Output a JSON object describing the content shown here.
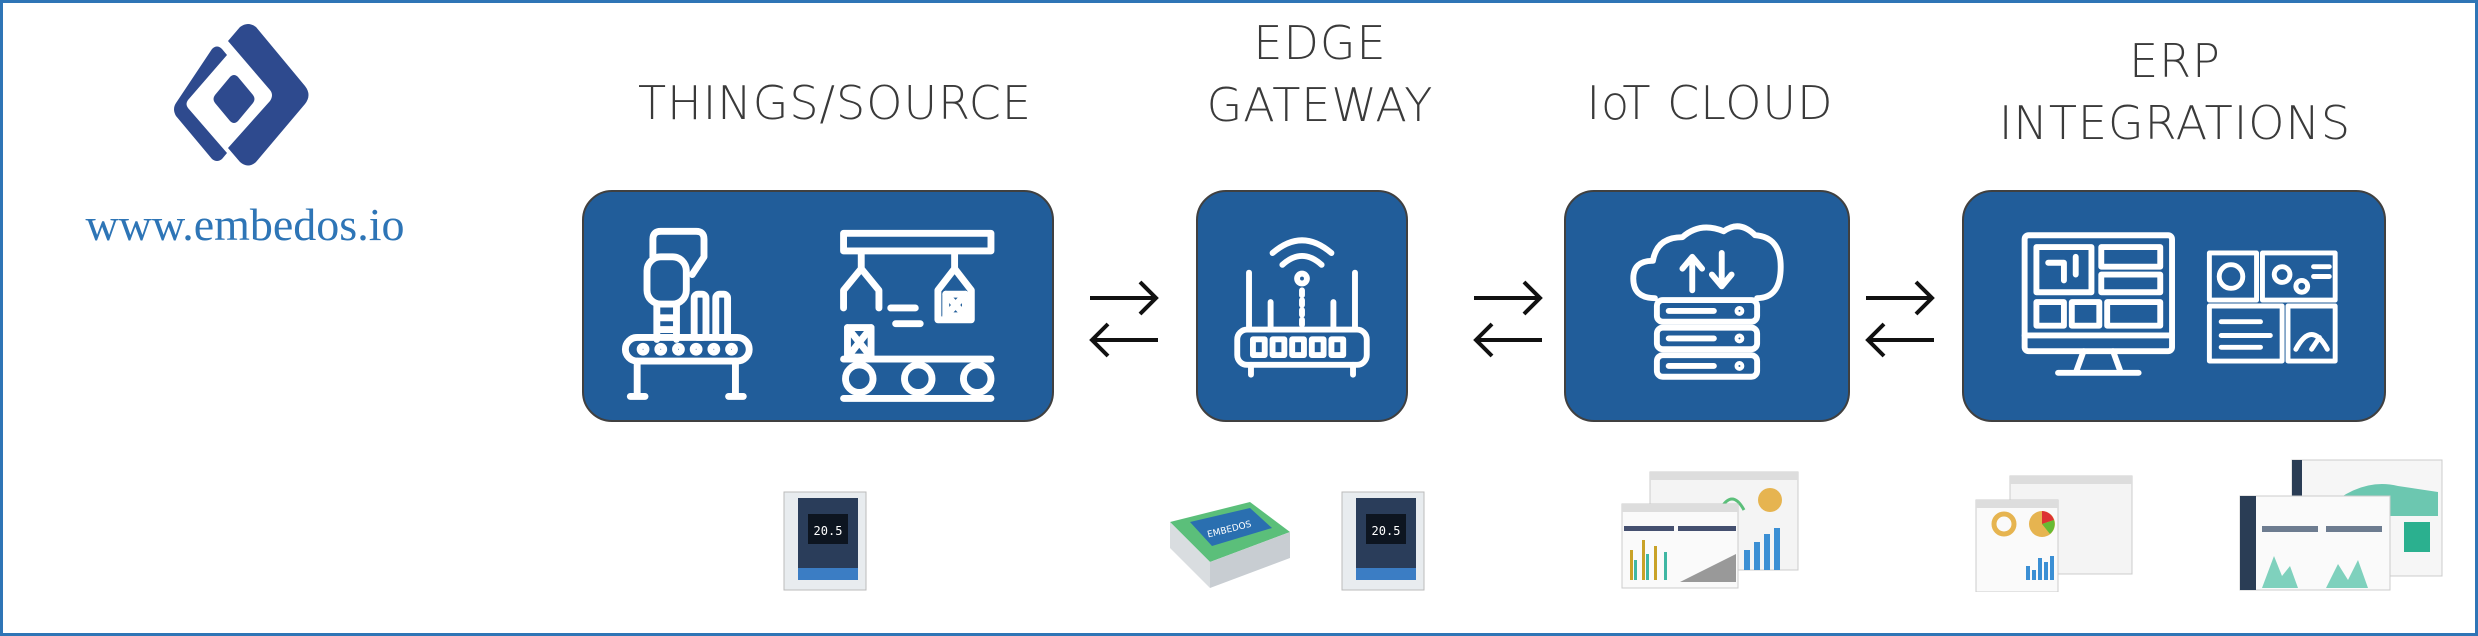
{
  "brand": {
    "url": "www.embedos.io",
    "logo": "embedos-diamond-logo",
    "color": "#2e4a8e",
    "url_color": "#2e75b6"
  },
  "stages": [
    {
      "id": "things",
      "title": [
        "THINGS/SOURCE"
      ],
      "icons": [
        "factory-robot-icon",
        "conveyor-crane-icon"
      ],
      "thumb": "controller-device-image"
    },
    {
      "id": "edge",
      "title": [
        "EDGE",
        "GATEWAY"
      ],
      "icons": [
        "wifi-router-icon"
      ],
      "thumb": "gateway-devices-image"
    },
    {
      "id": "cloud",
      "title": [
        "IoT CLOUD"
      ],
      "icons": [
        "cloud-server-icon"
      ],
      "thumb": "cloud-dashboard-image"
    },
    {
      "id": "erp",
      "title": [
        "ERP",
        "INTEGRATIONS"
      ],
      "icons": [
        "dashboard-monitor-icon",
        "analytics-panel-icon"
      ],
      "thumb": "erp-dashboard-images"
    }
  ],
  "device": {
    "display_value": "20.5",
    "label": "EMBEDOS"
  },
  "colors": {
    "box": "#215d9a",
    "border": "#2e75b6",
    "text": "#3a3a3a"
  }
}
